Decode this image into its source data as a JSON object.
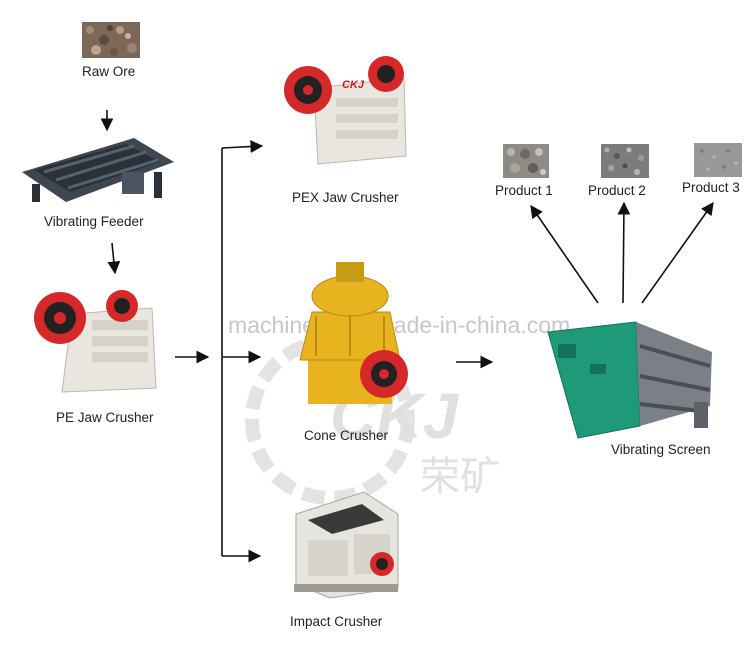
{
  "nodes": {
    "raw_ore": "Raw Ore",
    "vibrating_feeder": "Vibrating Feeder",
    "pe_jaw_crusher": "PE Jaw Crusher",
    "pex_jaw_crusher": "PEX Jaw Crusher",
    "cone_crusher": "Cone Crusher",
    "impact_crusher": "Impact Crusher",
    "vibrating_screen": "Vibrating Screen",
    "product_1": "Product 1",
    "product_2": "Product 2",
    "product_3": "Product 3"
  },
  "machine_brand": "CKJ",
  "watermark": {
    "site": "machinexy.en.made-in-china.com",
    "logo": "CKJ",
    "chinese": "荣矿"
  },
  "colors": {
    "ore": "#8a7260",
    "feeder": "#3c4752",
    "crusher_body": "#e9e6df",
    "flywheel": "#d62828",
    "cone_yellow": "#e7b31e",
    "screen_green": "#1f9a78",
    "arrow": "#111111"
  }
}
